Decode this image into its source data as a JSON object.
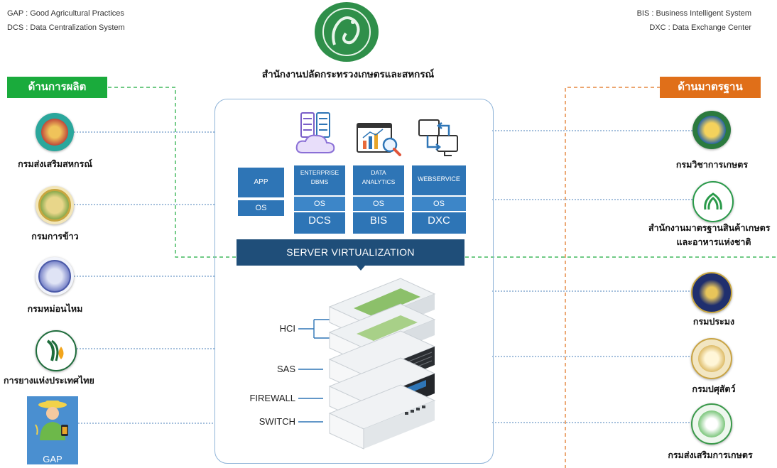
{
  "legend_left": [
    "GAP : Good Agricultural Practices",
    "DCS : Data Centralization System"
  ],
  "legend_right": [
    "BIS : Business Intelligent System",
    "DXC : Data Exchange Center"
  ],
  "main_org": "สำนักงานปลัดกระทรวงเกษตรและสหกรณ์",
  "left_group": {
    "label": "ด้านการผลิต",
    "color": "#1aab3c"
  },
  "right_group": {
    "label": "ด้านมาตรฐาน",
    "color": "#e06f19"
  },
  "left_orgs": [
    {
      "label": "กรมส่งเสริมสหกรณ์"
    },
    {
      "label": "กรมการข้าว"
    },
    {
      "label": "กรมหม่อนไหม"
    },
    {
      "label": "การยางแห่งประเทศไทย"
    }
  ],
  "gap_label": "GAP",
  "right_orgs": [
    {
      "label": "กรมวิชาการเกษตร"
    },
    {
      "label": "สำนักงานมาตรฐานสินค้าเกษตร",
      "label2": "และอาหารแห่งชาติ"
    },
    {
      "label": "กรมประมง"
    },
    {
      "label": "กรมปศุสัตว์"
    },
    {
      "label": "กรมส่งเสริมการเกษตร"
    }
  ],
  "services": {
    "app": {
      "top": "APP",
      "os": "OS"
    },
    "dcs": {
      "top1": "ENTERPRISE",
      "top2": "DBMS",
      "os": "OS",
      "name": "DCS"
    },
    "bis": {
      "top1": "DATA",
      "top2": "ANALYTICS",
      "os": "OS",
      "name": "BIS"
    },
    "dxc": {
      "top1": "WEBSERVICE",
      "os": "OS",
      "name": "DXC"
    }
  },
  "virtualization": "SERVER VIRTUALIZATION",
  "hardware": [
    "HCI",
    "SAS",
    "FIREWALL",
    "SWITCH"
  ],
  "icons": [
    "database-cloud-icon",
    "analytics-chart-icon",
    "data-exchange-icon"
  ]
}
